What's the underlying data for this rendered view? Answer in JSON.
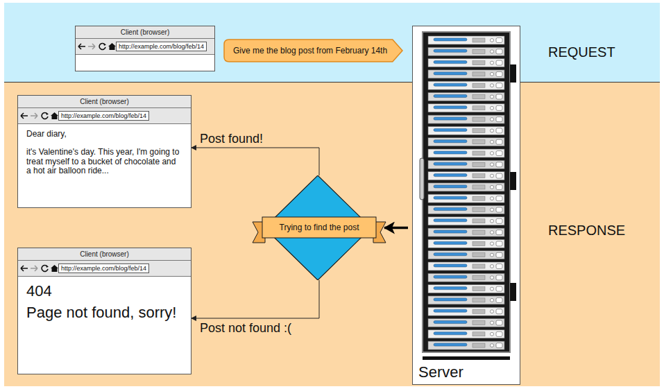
{
  "diagram": {
    "nodes": [
      {
        "text": [
          "Client (browser)",
          "http://example.com/blog/feb/14"
        ]
      },
      {
        "text": [
          "Give me the blog post from February 14th"
        ]
      },
      {
        "text": [
          "Server"
        ]
      },
      {
        "text": [
          "Client (browser)",
          "http://example.com/blog/feb/14",
          "Dear diary,",
          "it's Valentine's day. This year, I'm going to treat myself to a bucket of chocolate and a hot air balloon ride..."
        ]
      },
      {
        "text": [
          "Trying to find the post"
        ]
      },
      {
        "text": [
          "Client (browser)",
          "http://example.com/blog/feb/14",
          "404",
          "Page not found, sorry!"
        ]
      }
    ],
    "edges": [
      {
        "from": 2,
        "to": 4,
        "arrow": "to"
      },
      {
        "from": 4,
        "to": 3,
        "label": "Post found!",
        "arrow": "to"
      },
      {
        "from": 4,
        "to": 5,
        "label": "Post not found :(",
        "arrow": "to"
      }
    ],
    "labels": [
      "REQUEST",
      "RESPONSE"
    ]
  }
}
